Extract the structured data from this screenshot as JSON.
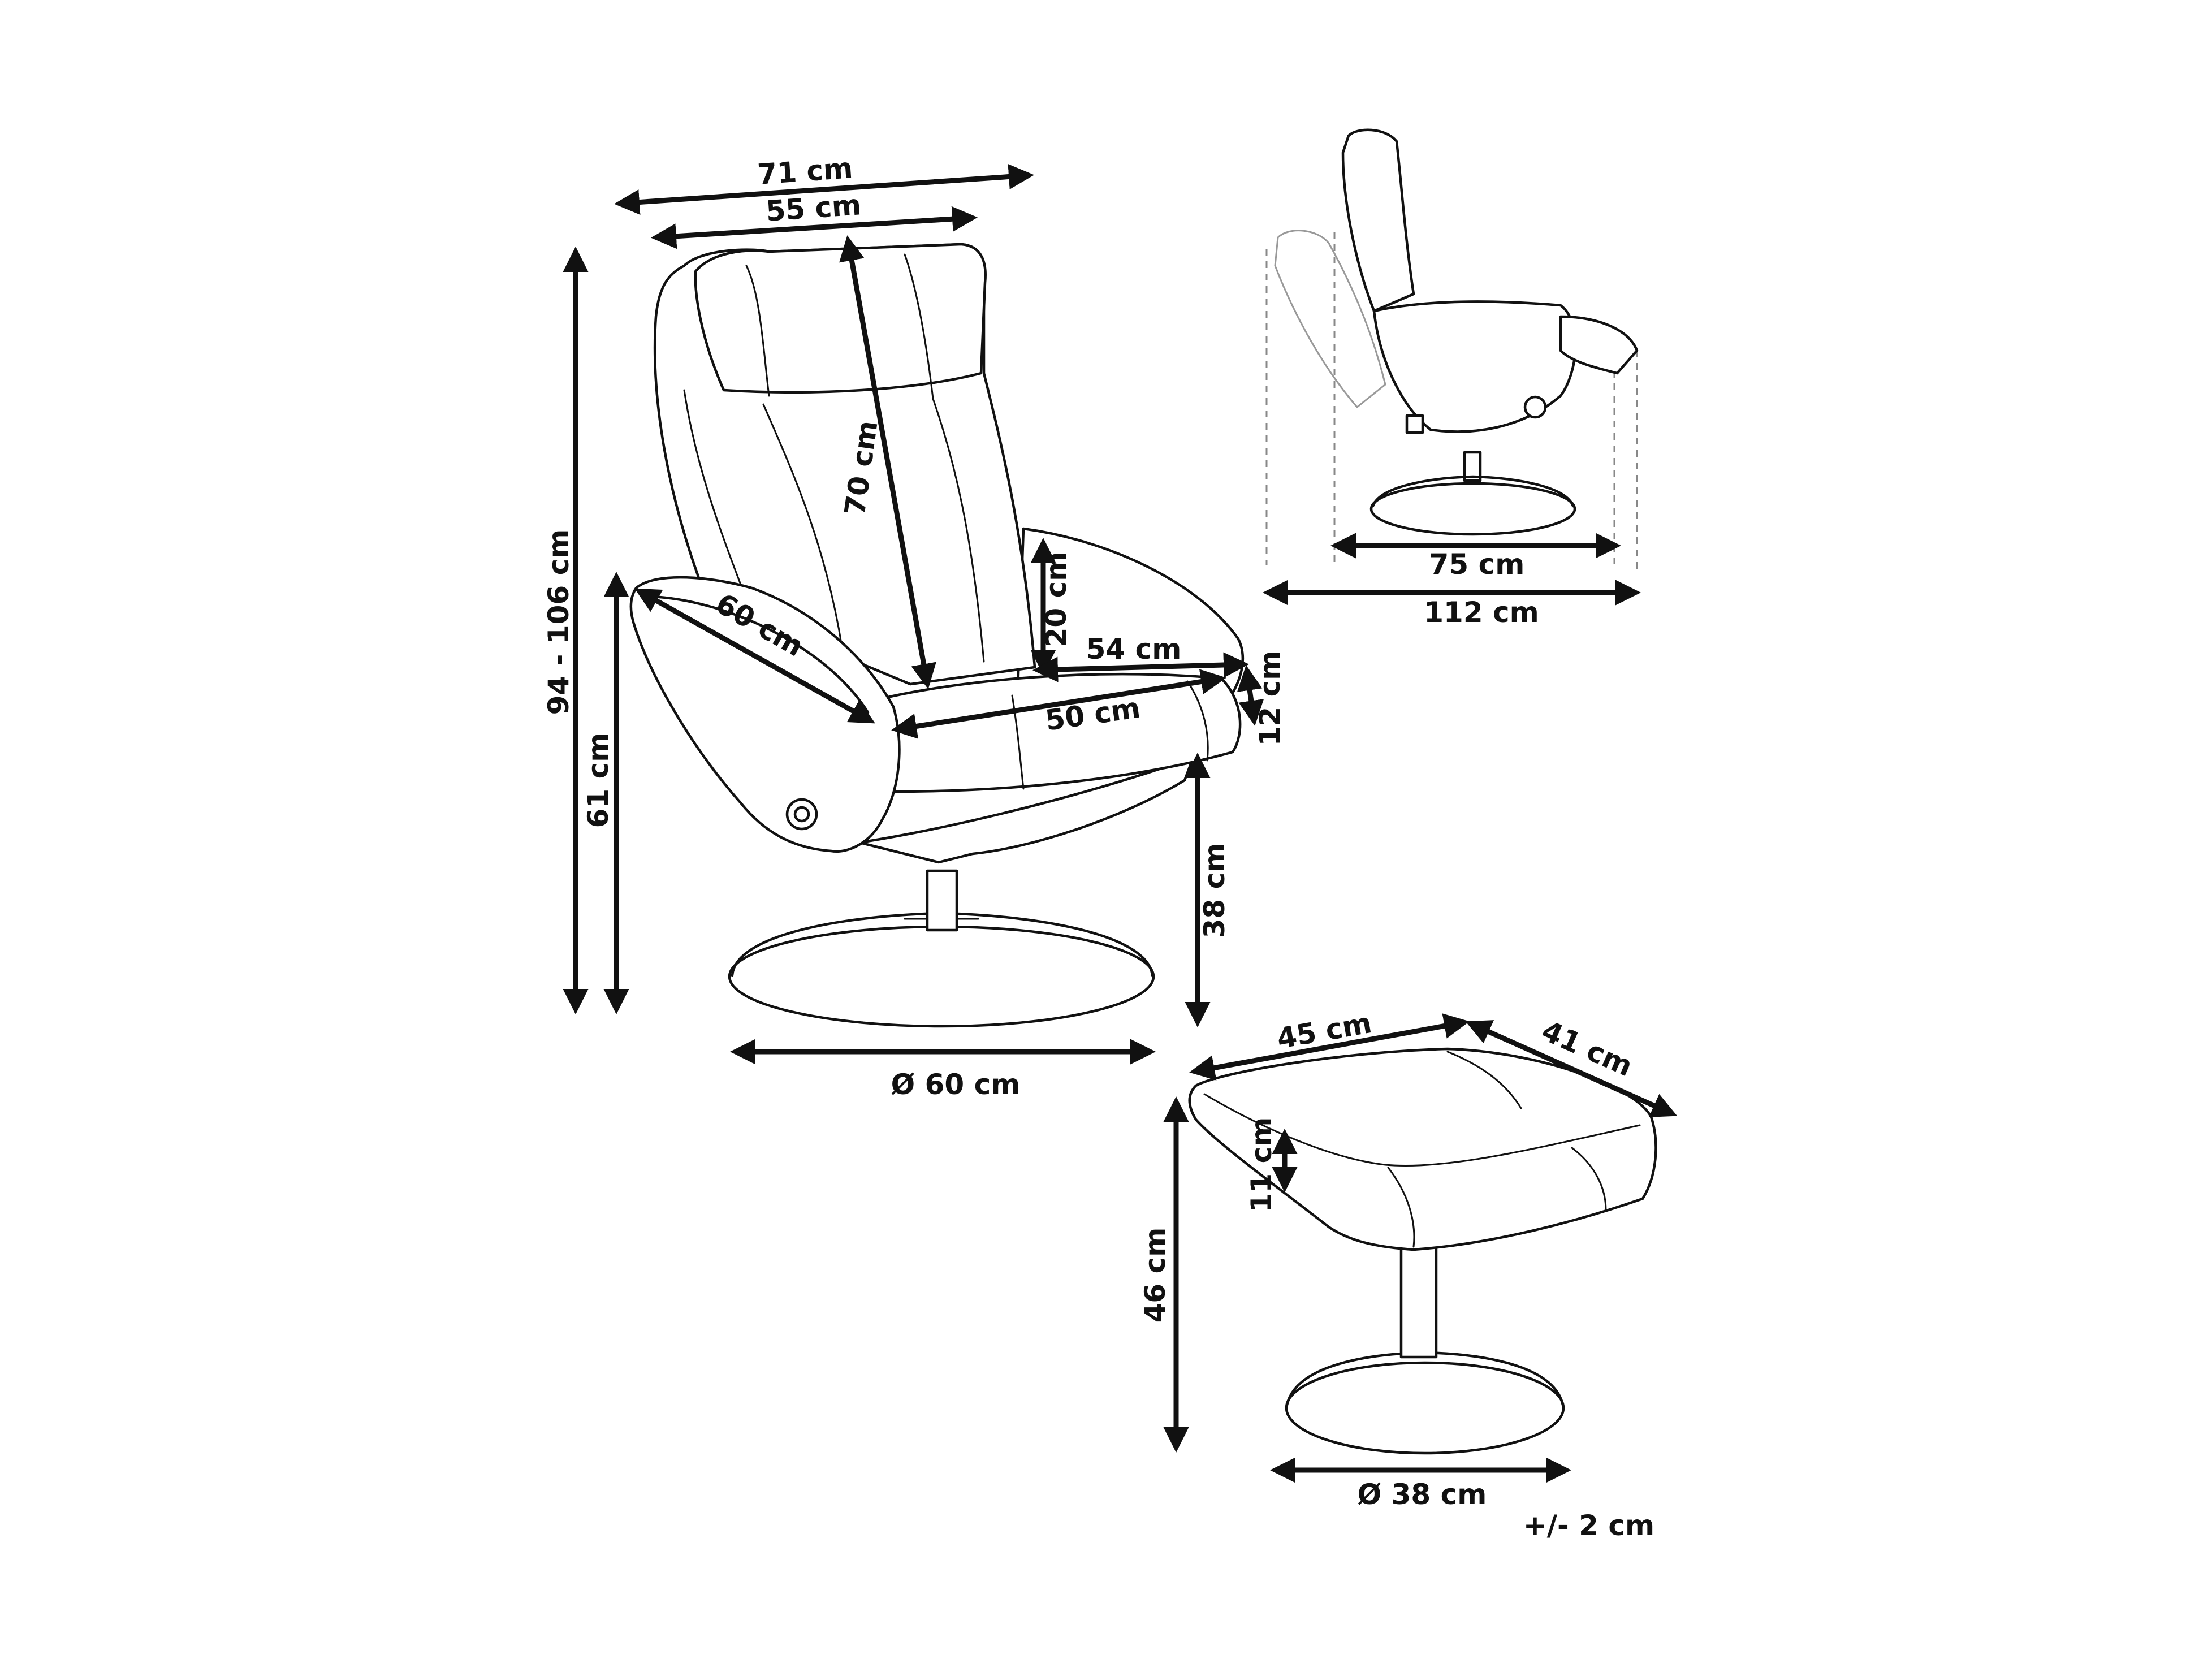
{
  "dimensions": {
    "chair_width_outer": "71 cm",
    "chair_width_inner": "55 cm",
    "backrest_height": "70 cm",
    "overall_height": "94 - 106 cm",
    "armrest_height": "61 cm",
    "armrest_depth": "60 cm",
    "headrest_height": "20 cm",
    "seat_width": "54 cm",
    "seat_depth": "50 cm",
    "seat_thickness": "12 cm",
    "seat_height": "38 cm",
    "chair_base_diameter": "Ø 60 cm",
    "recline_depth": "75 cm",
    "recline_depth_max": "112 cm",
    "ottoman_width": "45 cm",
    "ottoman_depth": "41 cm",
    "ottoman_cushion": "11 cm",
    "ottoman_height": "46 cm",
    "ottoman_base_diameter": "Ø 38 cm",
    "tolerance": "+/- 2 cm"
  }
}
